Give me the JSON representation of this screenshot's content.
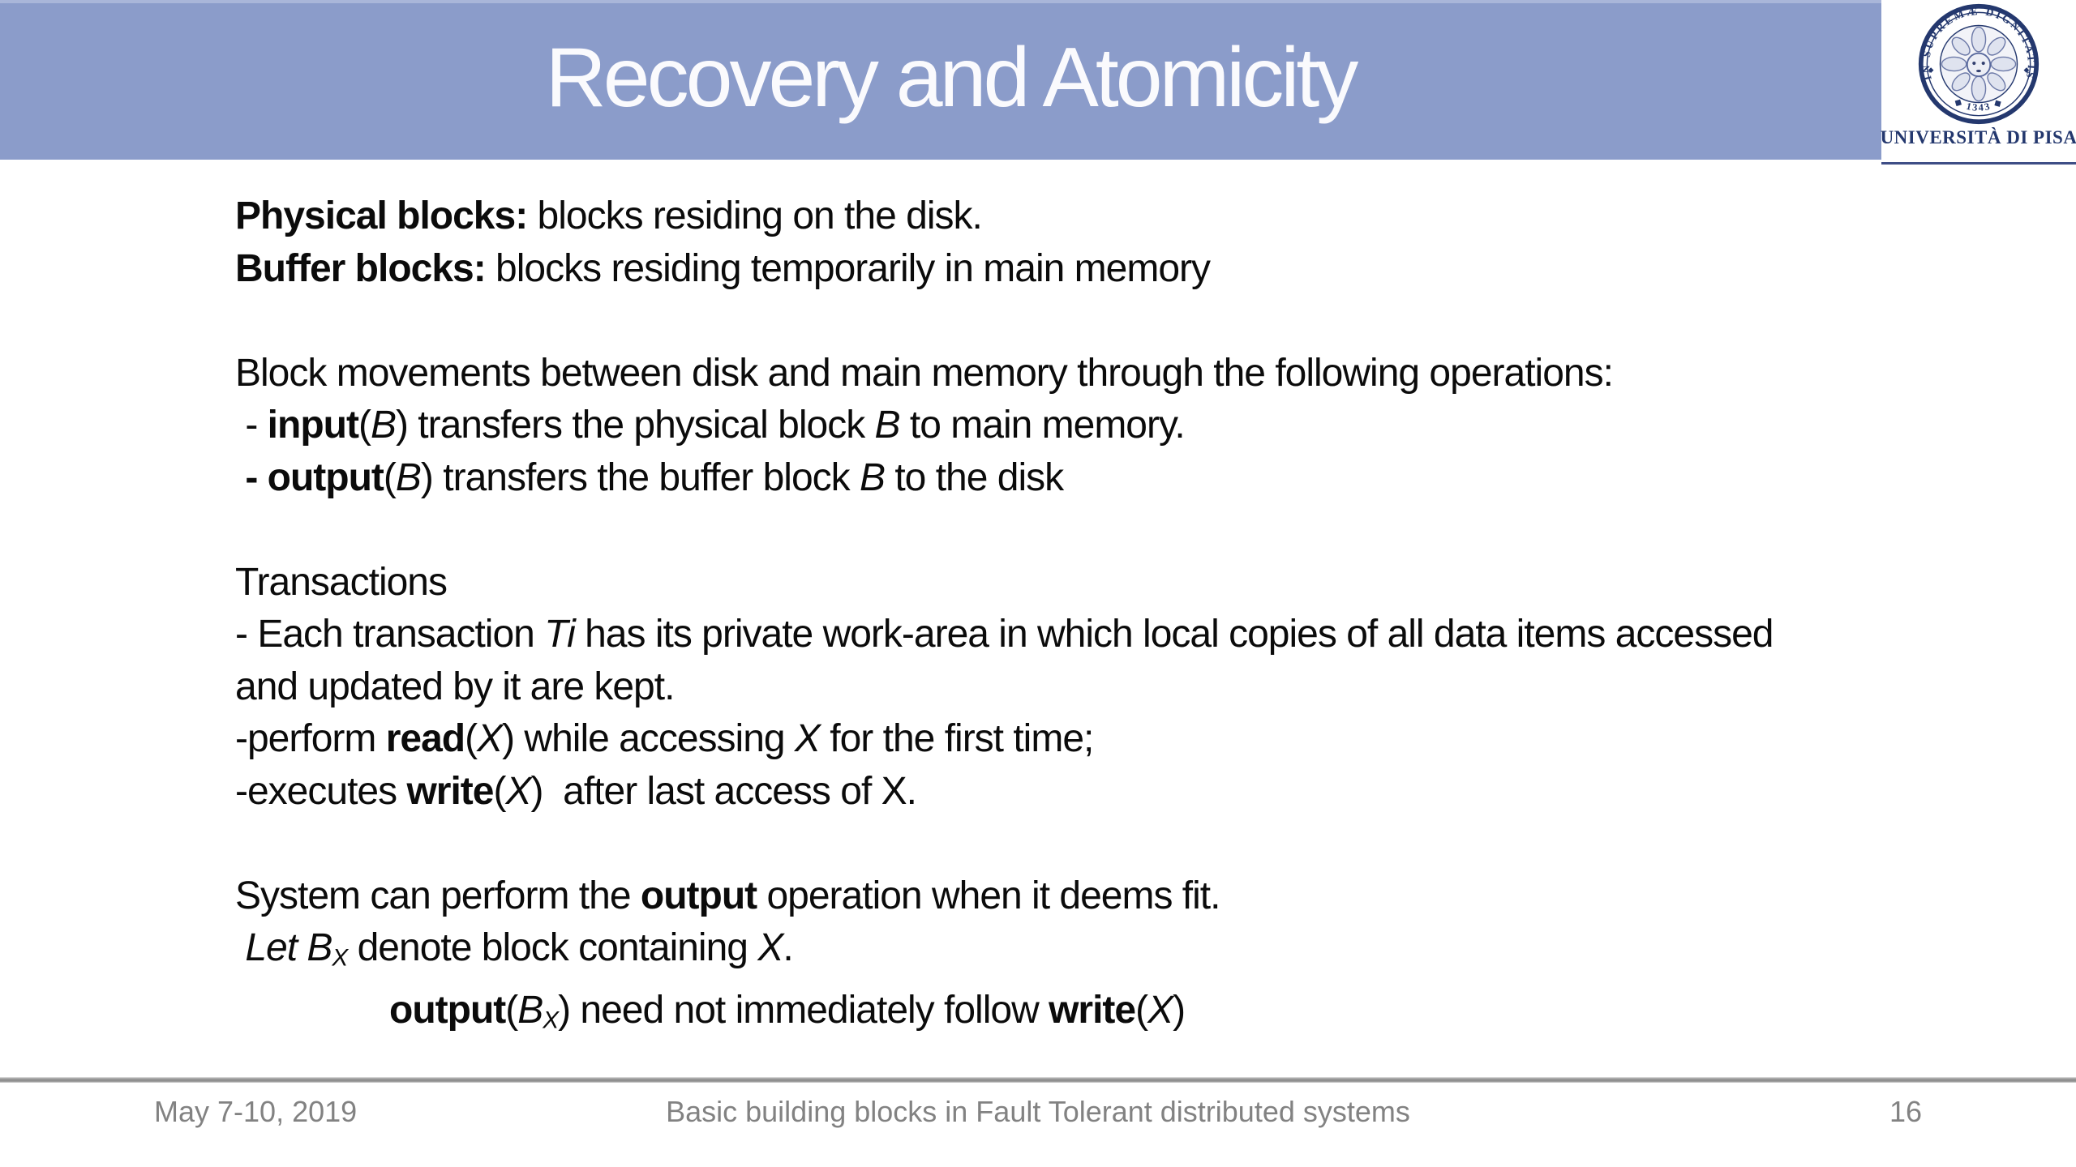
{
  "slide": {
    "title": "Recovery and Atomicity"
  },
  "logo": {
    "ring_text": "IN SUPREMÆ DIGNITATIS",
    "year_banner": "◆ 1343 ◆",
    "caption": "UNIVERSITÀ DI PISA"
  },
  "body": {
    "lines": [
      {
        "segments": [
          {
            "t": "Physical blocks:",
            "b": true
          },
          {
            "t": " blocks residing on the disk."
          }
        ]
      },
      {
        "segments": [
          {
            "t": "Buffer blocks:",
            "b": true
          },
          {
            "t": " blocks residing temporarily in main memory"
          }
        ]
      },
      {
        "segments": []
      },
      {
        "segments": [
          {
            "t": "Block movements between disk and main memory through the following operations:"
          }
        ]
      },
      {
        "segments": [
          {
            "t": " - "
          },
          {
            "t": "input",
            "b": true
          },
          {
            "t": "("
          },
          {
            "t": "B",
            "i": true
          },
          {
            "t": ") transfers the physical block "
          },
          {
            "t": "B",
            "i": true
          },
          {
            "t": " to main memory."
          }
        ]
      },
      {
        "segments": [
          {
            "t": " "
          },
          {
            "t": "- output",
            "b": true
          },
          {
            "t": "("
          },
          {
            "t": "B",
            "i": true
          },
          {
            "t": ") transfers the buffer block "
          },
          {
            "t": "B",
            "i": true
          },
          {
            "t": " to the disk"
          }
        ]
      },
      {
        "segments": []
      },
      {
        "segments": [
          {
            "t": "Transactions"
          }
        ]
      },
      {
        "segments": [
          {
            "t": "- Each transaction "
          },
          {
            "t": "Ti",
            "i": true
          },
          {
            "t": " has its private work-area in which local copies of all data items accessed"
          }
        ]
      },
      {
        "segments": [
          {
            "t": "and updated by it are kept."
          }
        ]
      },
      {
        "segments": [
          {
            "t": "-perform "
          },
          {
            "t": "read",
            "b": true
          },
          {
            "t": "("
          },
          {
            "t": "X",
            "i": true
          },
          {
            "t": ") while accessing "
          },
          {
            "t": "X",
            "i": true
          },
          {
            "t": " for the first time;"
          }
        ]
      },
      {
        "segments": [
          {
            "t": "-executes "
          },
          {
            "t": "write",
            "b": true
          },
          {
            "t": "("
          },
          {
            "t": "X",
            "i": true
          },
          {
            "t": ")  after last access of X."
          }
        ]
      },
      {
        "segments": []
      },
      {
        "segments": [
          {
            "t": "System can perform the "
          },
          {
            "t": "output",
            "b": true
          },
          {
            "t": " operation when it deems fit."
          }
        ]
      },
      {
        "segments": [
          {
            "t": " "
          },
          {
            "t": "Let B",
            "i": true
          },
          {
            "t": "X",
            "i": true,
            "sub": true
          },
          {
            "t": " denote block containing "
          },
          {
            "t": "X",
            "i": true
          },
          {
            "t": "."
          }
        ]
      },
      {
        "segments": [
          {
            "t": "output",
            "b": true
          },
          {
            "t": "("
          },
          {
            "t": "B",
            "i": true
          },
          {
            "t": "X",
            "i": true,
            "sub": true
          },
          {
            "t": ") need not immediately follow "
          },
          {
            "t": "write",
            "b": true
          },
          {
            "t": "("
          },
          {
            "t": "X",
            "i": true
          },
          {
            "t": ")"
          }
        ],
        "indent": true
      }
    ]
  },
  "footer": {
    "date": "May 7-10, 2019",
    "center": "Basic building blocks in Fault Tolerant distributed systems",
    "page": "16"
  },
  "colors": {
    "header_bg": "#8B9CCA",
    "title_color": "#FAFAFD",
    "navy": "#24386E",
    "body_text": "#0B0B0B",
    "footer_text": "#828282",
    "footer_rule": "#8C8C8C"
  }
}
